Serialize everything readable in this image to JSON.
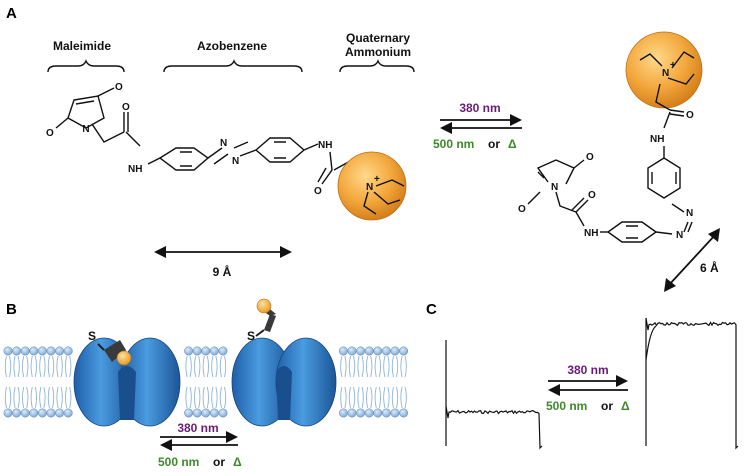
{
  "panels": {
    "a": "A",
    "b": "B",
    "c": "C"
  },
  "groups": {
    "maleimide": "Maleimide",
    "azobenzene": "Azobenzene",
    "quaternary_line1": "Quaternary",
    "quaternary_line2": "Ammonium"
  },
  "atoms": {
    "n": "N",
    "o": "O",
    "nh": "NH",
    "n_plus": "N",
    "plus": "+"
  },
  "distances": {
    "trans": "9 Å",
    "cis": "6 Å"
  },
  "switch": {
    "forward": "380 nm",
    "reverse_a": "500 nm",
    "reverse_b": "or",
    "reverse_c": "Δ"
  },
  "membrane": {
    "thiol": "S"
  },
  "colors": {
    "forward_light": "#6a1b7a",
    "reverse_light": "#3c8a2a",
    "ammonium_ball": "#f3a73c",
    "channel": "#2f7fc8",
    "lipid_head": "#9fc3e8"
  }
}
